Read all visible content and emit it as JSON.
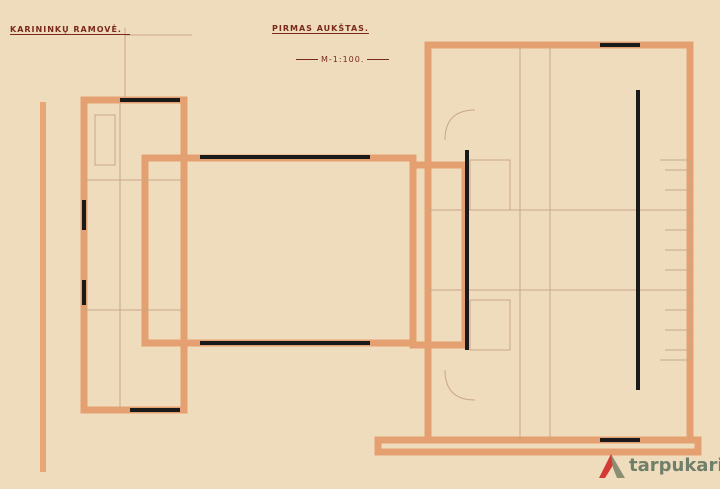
{
  "drawing": {
    "building_label": "KARININKŲ RAMOVĖ.",
    "title": "PIRMAS AUKŠTAS.",
    "scale": "M-1:100."
  },
  "watermark": {
    "text": "tarpukaris"
  },
  "colors": {
    "paper": "#efdcbd",
    "wall": "#e8a777",
    "ink": "#7a2a1a",
    "window": "#1a1a1a"
  }
}
